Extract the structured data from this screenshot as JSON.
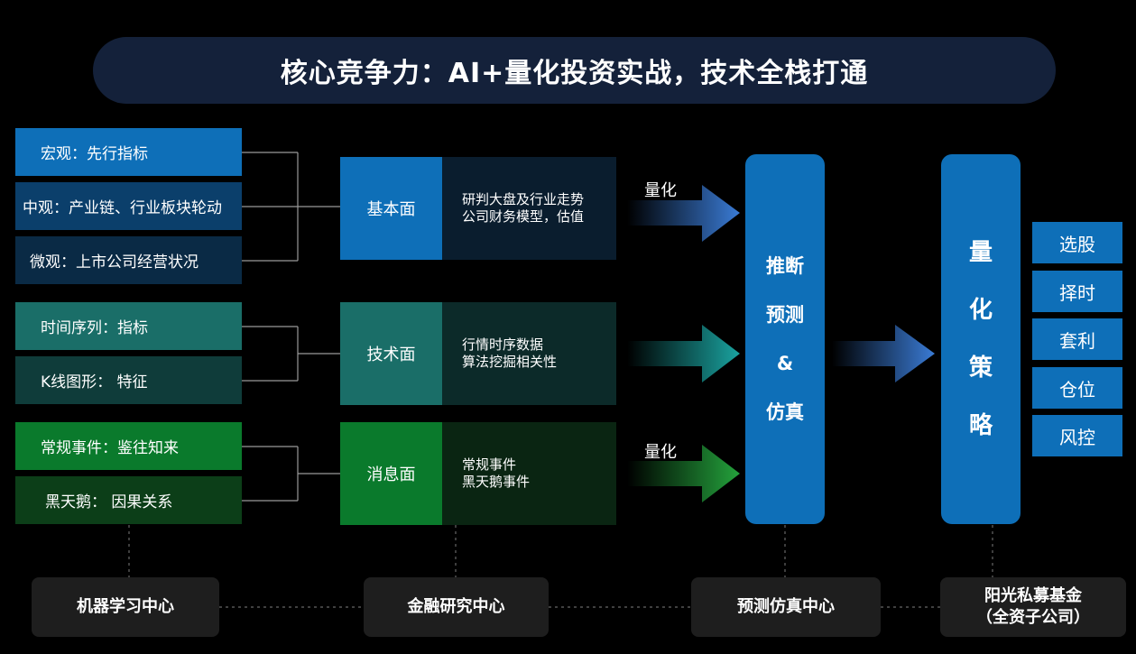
{
  "title": "核心竞争力：AI+量化投资实战，技术全栈打通",
  "left_boxes": [
    "宏观：先行指标",
    "中观：产业链、行业板块轮动",
    "微观：上市公司经营状况",
    "时间序列：指标",
    "K线图形： 特征",
    "常规事件：鉴往知来",
    "黑天鹅： 因果关系"
  ],
  "categories": [
    {
      "label": "基本面",
      "desc1": "研判大盘及行业走势",
      "desc2": "公司财务模型，估值"
    },
    {
      "label": "技术面",
      "desc1": "行情时序数据",
      "desc2": "算法挖掘相关性"
    },
    {
      "label": "消息面",
      "desc1": "常规事件",
      "desc2": "黑天鹅事件"
    }
  ],
  "arrow_labels": [
    "量化",
    "量化"
  ],
  "predict_column": [
    "推断",
    "预测",
    "&",
    "仿真"
  ],
  "strategy_column": [
    "量",
    "化",
    "策",
    "略"
  ],
  "outputs": [
    "选股",
    "择时",
    "套利",
    "仓位",
    "风控"
  ],
  "centers": [
    "机器学习中心",
    "金融研究中心",
    "预测仿真中心",
    "阳光私募基金",
    "（全资子公司）"
  ],
  "colors": {
    "blue": "#0e6fb8",
    "teal": "#1a6e68",
    "green": "#0a7a2c",
    "dark_navy": "#0a2a45",
    "title_bg": "#14213a"
  }
}
